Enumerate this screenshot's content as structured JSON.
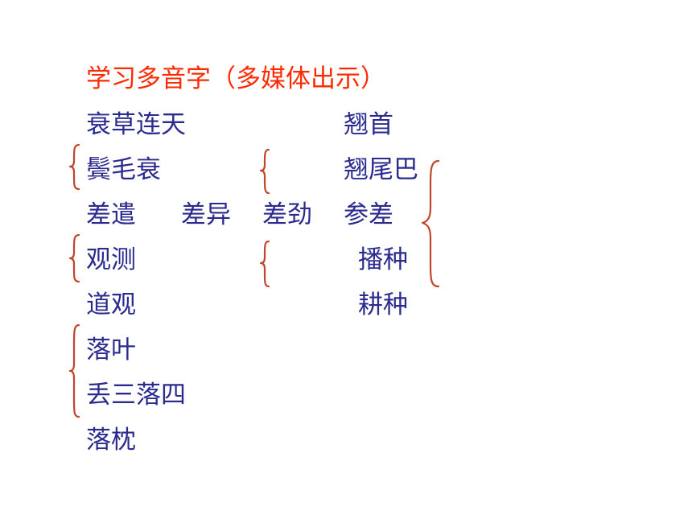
{
  "title": "学习多音字（多媒体出示）",
  "words": {
    "r1_a": "衰草连天",
    "r1_b": "翘首",
    "r2_a": "鬓毛衰",
    "r2_b": "翘尾巴",
    "r3_a": "差遣",
    "r3_b": "差异",
    "r3_c": "差劲",
    "r3_d": "参差",
    "r4_a": "观测",
    "r4_b": "播种",
    "r5_a": "道观",
    "r5_b": "耕种",
    "r6_a": "落叶",
    "r7_a": "丢三落四",
    "r8_a": "落枕"
  },
  "colors": {
    "title": "#ff2a00",
    "text": "#2b2b8f",
    "brace": "#c0462b"
  }
}
